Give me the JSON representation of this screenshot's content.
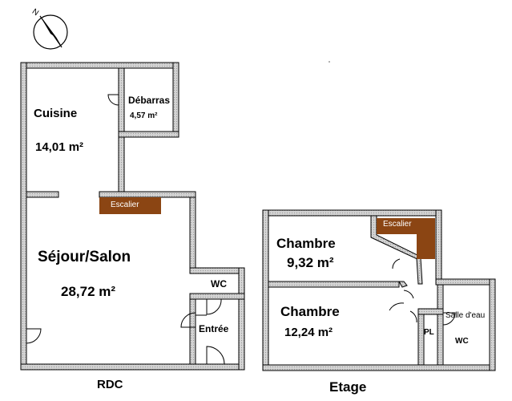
{
  "compass": {
    "letter": "N",
    "icon": "north-arrow-compass-icon"
  },
  "colors": {
    "wall_fill": "#d3d3d3",
    "wall_stroke": "#000000",
    "stair_fill": "#8b4513",
    "stair_text": "#ffffff",
    "background": "#ffffff"
  },
  "rdc": {
    "level_label": "RDC",
    "rooms": {
      "cuisine": {
        "name": "Cuisine",
        "area": "14,01 m²"
      },
      "debarras": {
        "name": "Débarras",
        "area": "4,57 m²"
      },
      "sejour": {
        "name": "Séjour/Salon",
        "area": "28,72 m²"
      },
      "wc": {
        "name": "WC"
      },
      "entree": {
        "name": "Entrée"
      }
    },
    "stair_label": "Escalier"
  },
  "etage": {
    "level_label": "Etage",
    "rooms": {
      "chambre1": {
        "name": "Chambre",
        "area": "9,32 m²"
      },
      "chambre2": {
        "name": "Chambre",
        "area": "12,24 m²"
      },
      "salle_eau": {
        "name": "Salle d'eau"
      },
      "wc": {
        "name": "WC"
      },
      "placard": {
        "name": "PL"
      }
    },
    "stair_label": "Escalier"
  }
}
